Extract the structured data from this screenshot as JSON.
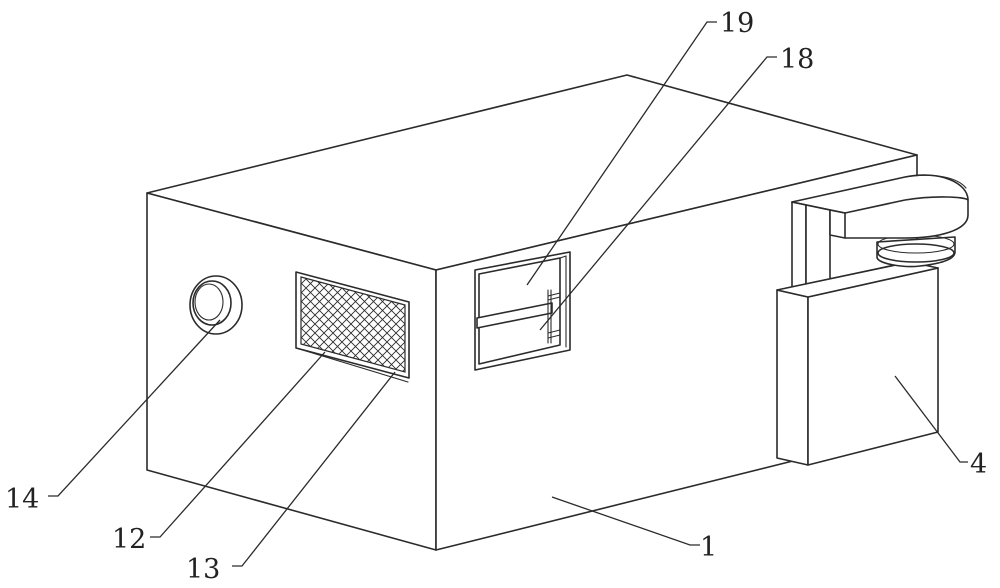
{
  "labels": {
    "body": "1",
    "side_unit": "4",
    "mesh_frame": "12",
    "mesh": "13",
    "port": "14",
    "slide": "18",
    "window": "19"
  },
  "colors": {
    "line": "#2b2b2b",
    "background": "#ffffff"
  }
}
